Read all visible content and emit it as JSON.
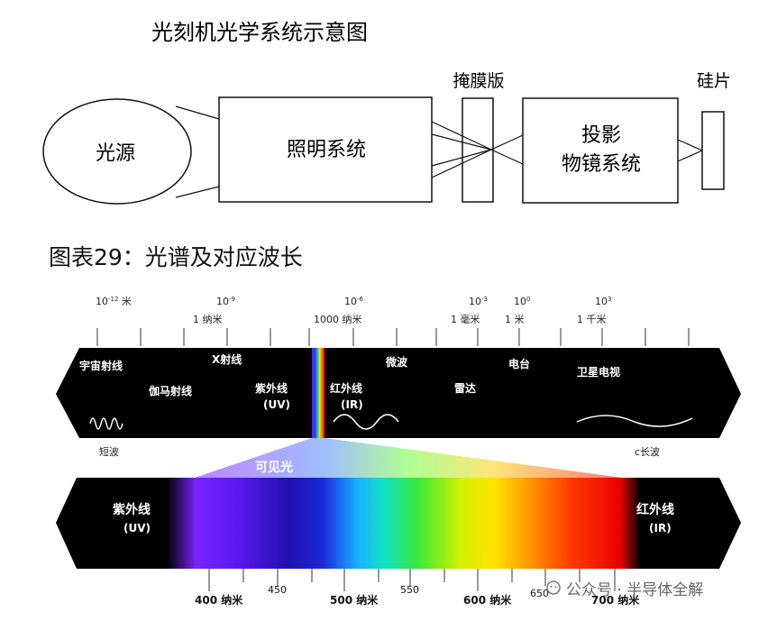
{
  "diagram": {
    "title": "光刻机光学系统示意图",
    "nodes": {
      "light_source": "光源",
      "illumination": "照明系统",
      "mask_label": "掩膜版",
      "projection_line1": "投影",
      "projection_line2": "物镜系统",
      "wafer_label": "硅片"
    }
  },
  "spectrum": {
    "section_title": "图表29：光谱及对应波长",
    "scale_powers": [
      {
        "base": "10",
        "exp": "-12",
        "unit": "米"
      },
      {
        "base": "10",
        "exp": "-9",
        "unit": ""
      },
      {
        "base": "10",
        "exp": "-6",
        "unit": ""
      },
      {
        "base": "10",
        "exp": "-3",
        "unit": ""
      },
      {
        "base": "10",
        "exp": "0",
        "unit": ""
      },
      {
        "base": "10",
        "exp": "3",
        "unit": ""
      }
    ],
    "scale_units": [
      "1 纳米",
      "1000 纳米",
      "1 毫米",
      "1 米",
      "1 千米"
    ],
    "bands": {
      "cosmic": "宇宙射线",
      "gamma": "伽马射线",
      "xray": "X射线",
      "uv_line1": "紫外线",
      "uv_line2": "(UV)",
      "ir_line1": "红外线",
      "ir_line2": "(IR)",
      "microwave": "微波",
      "radar": "雷达",
      "radio": "电台",
      "satellite": "卫星电视"
    },
    "short_wave": "短波",
    "long_wave": "c长波",
    "visible_label": "可见光",
    "lower_left_line1": "紫外线",
    "lower_left_line2": "(UV)",
    "lower_right_line1": "红外线",
    "lower_right_line2": "(IR)",
    "wavelength_major": [
      "400 纳米",
      "500 纳米",
      "600 纳米",
      "700 纳米"
    ],
    "wavelength_minor": [
      "450",
      "550",
      "650"
    ]
  },
  "watermark": "公众号 · 半导体全解"
}
